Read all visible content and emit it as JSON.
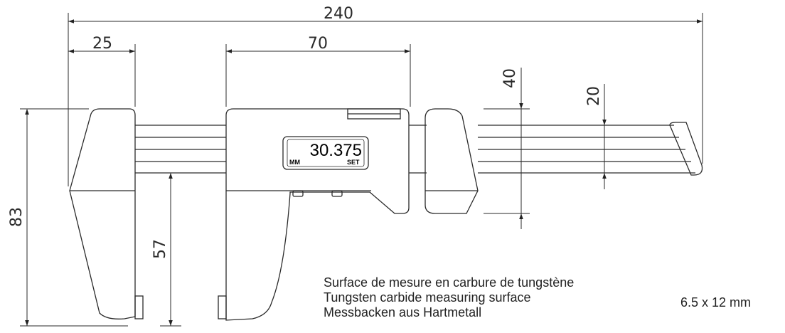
{
  "dimensions": {
    "overall_length": "240",
    "jaw_width": "25",
    "slider_length": "70",
    "beam_section": "40",
    "depth_rod": "20",
    "total_height": "83",
    "jaw_depth": "57"
  },
  "display": {
    "value": "30.375",
    "unit_button": "MM",
    "set_button": "SET"
  },
  "notes": {
    "line_fr": "Surface de mesure en carbure de tungstène",
    "line_en": "Tungsten carbide measuring surface",
    "line_de": "Messbacken aus Hartmetall",
    "size": "6.5 x 12 mm"
  }
}
